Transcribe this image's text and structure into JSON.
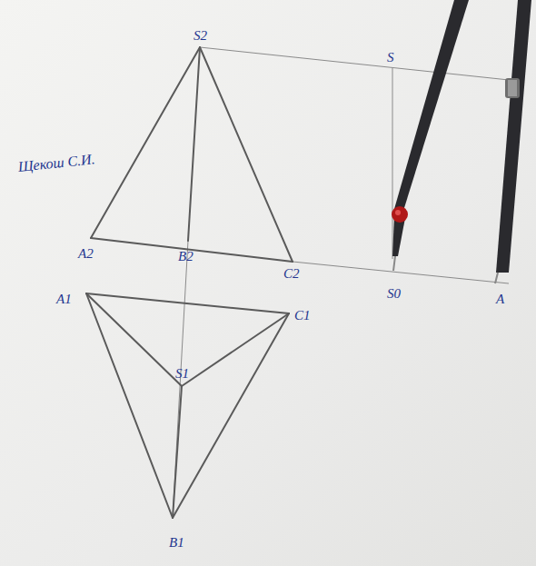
{
  "diagram": {
    "labels": [
      "S2",
      "S",
      "Щекош С.И.",
      "A2",
      "B2",
      "C2",
      "S0",
      "A",
      "A1",
      "C1",
      "S1",
      "B1"
    ]
  }
}
